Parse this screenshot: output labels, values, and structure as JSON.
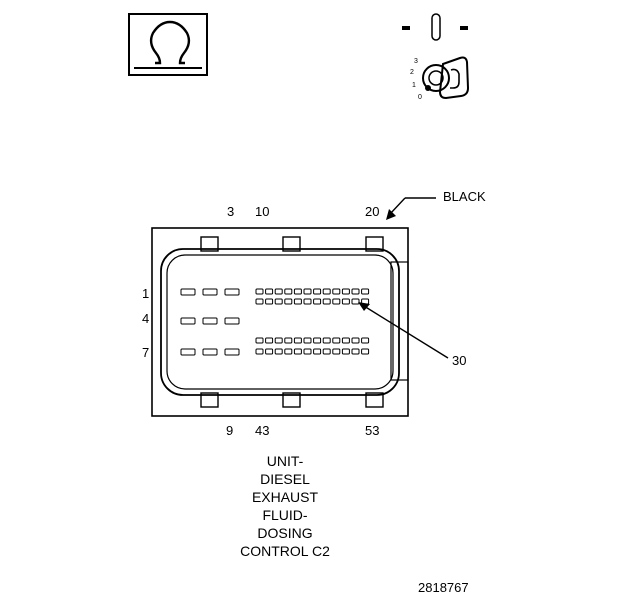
{
  "connector": {
    "color_label": "BLACK",
    "top_pins": [
      "3",
      "10",
      "20"
    ],
    "bottom_pins": [
      "9",
      "43",
      "53"
    ],
    "row_labels": [
      "1",
      "4",
      "7"
    ],
    "callout_pin": "30",
    "name_lines": [
      "UNIT-",
      "DIESEL",
      "EXHAUST",
      "FLUID-",
      "DOSING",
      "CONTROL C2"
    ]
  },
  "figure_id": "2818767",
  "icons": {
    "meter": "ohm-symbol-icon",
    "ignition": "ignition-key-icon"
  },
  "ignition": {
    "positions": [
      "3",
      "2",
      "1",
      "0"
    ]
  }
}
